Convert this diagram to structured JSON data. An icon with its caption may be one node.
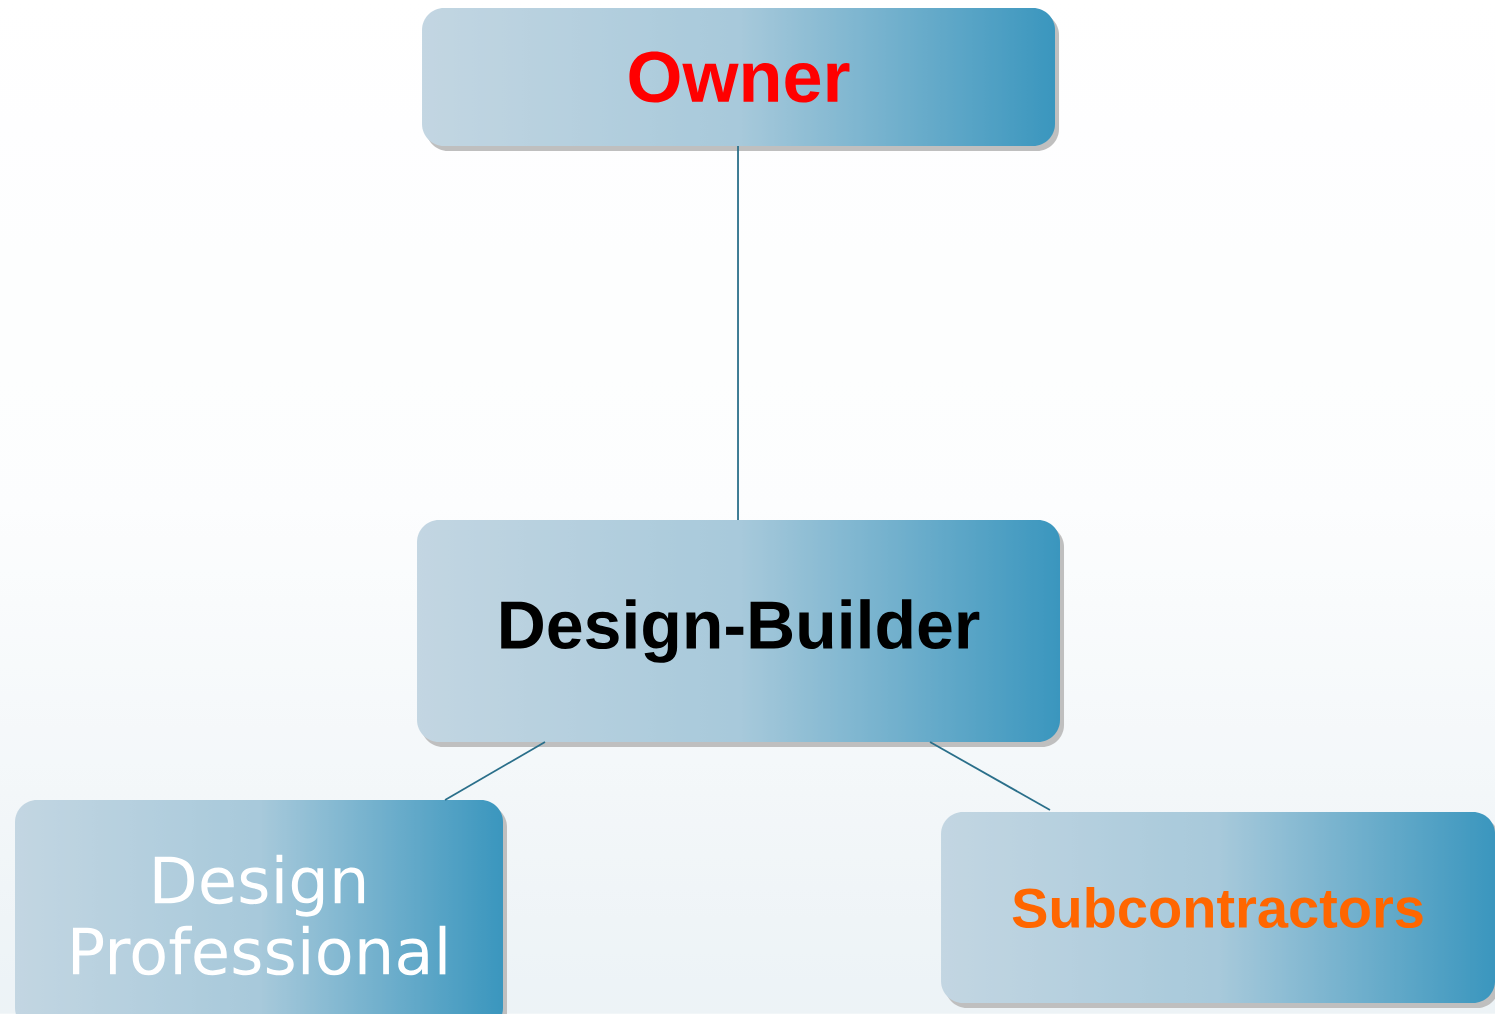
{
  "diagram": {
    "nodes": [
      {
        "text": [
          "Owner"
        ]
      },
      {
        "text": [
          "Design-Builder"
        ]
      },
      {
        "text": [
          "Design Professional"
        ]
      },
      {
        "text": [
          "Subcontractors"
        ]
      }
    ],
    "edges": [
      {
        "from": 0,
        "to": 1,
        "arrow": "none"
      },
      {
        "from": 1,
        "to": 2,
        "arrow": "none"
      },
      {
        "from": 1,
        "to": 3,
        "arrow": "none"
      }
    ]
  }
}
